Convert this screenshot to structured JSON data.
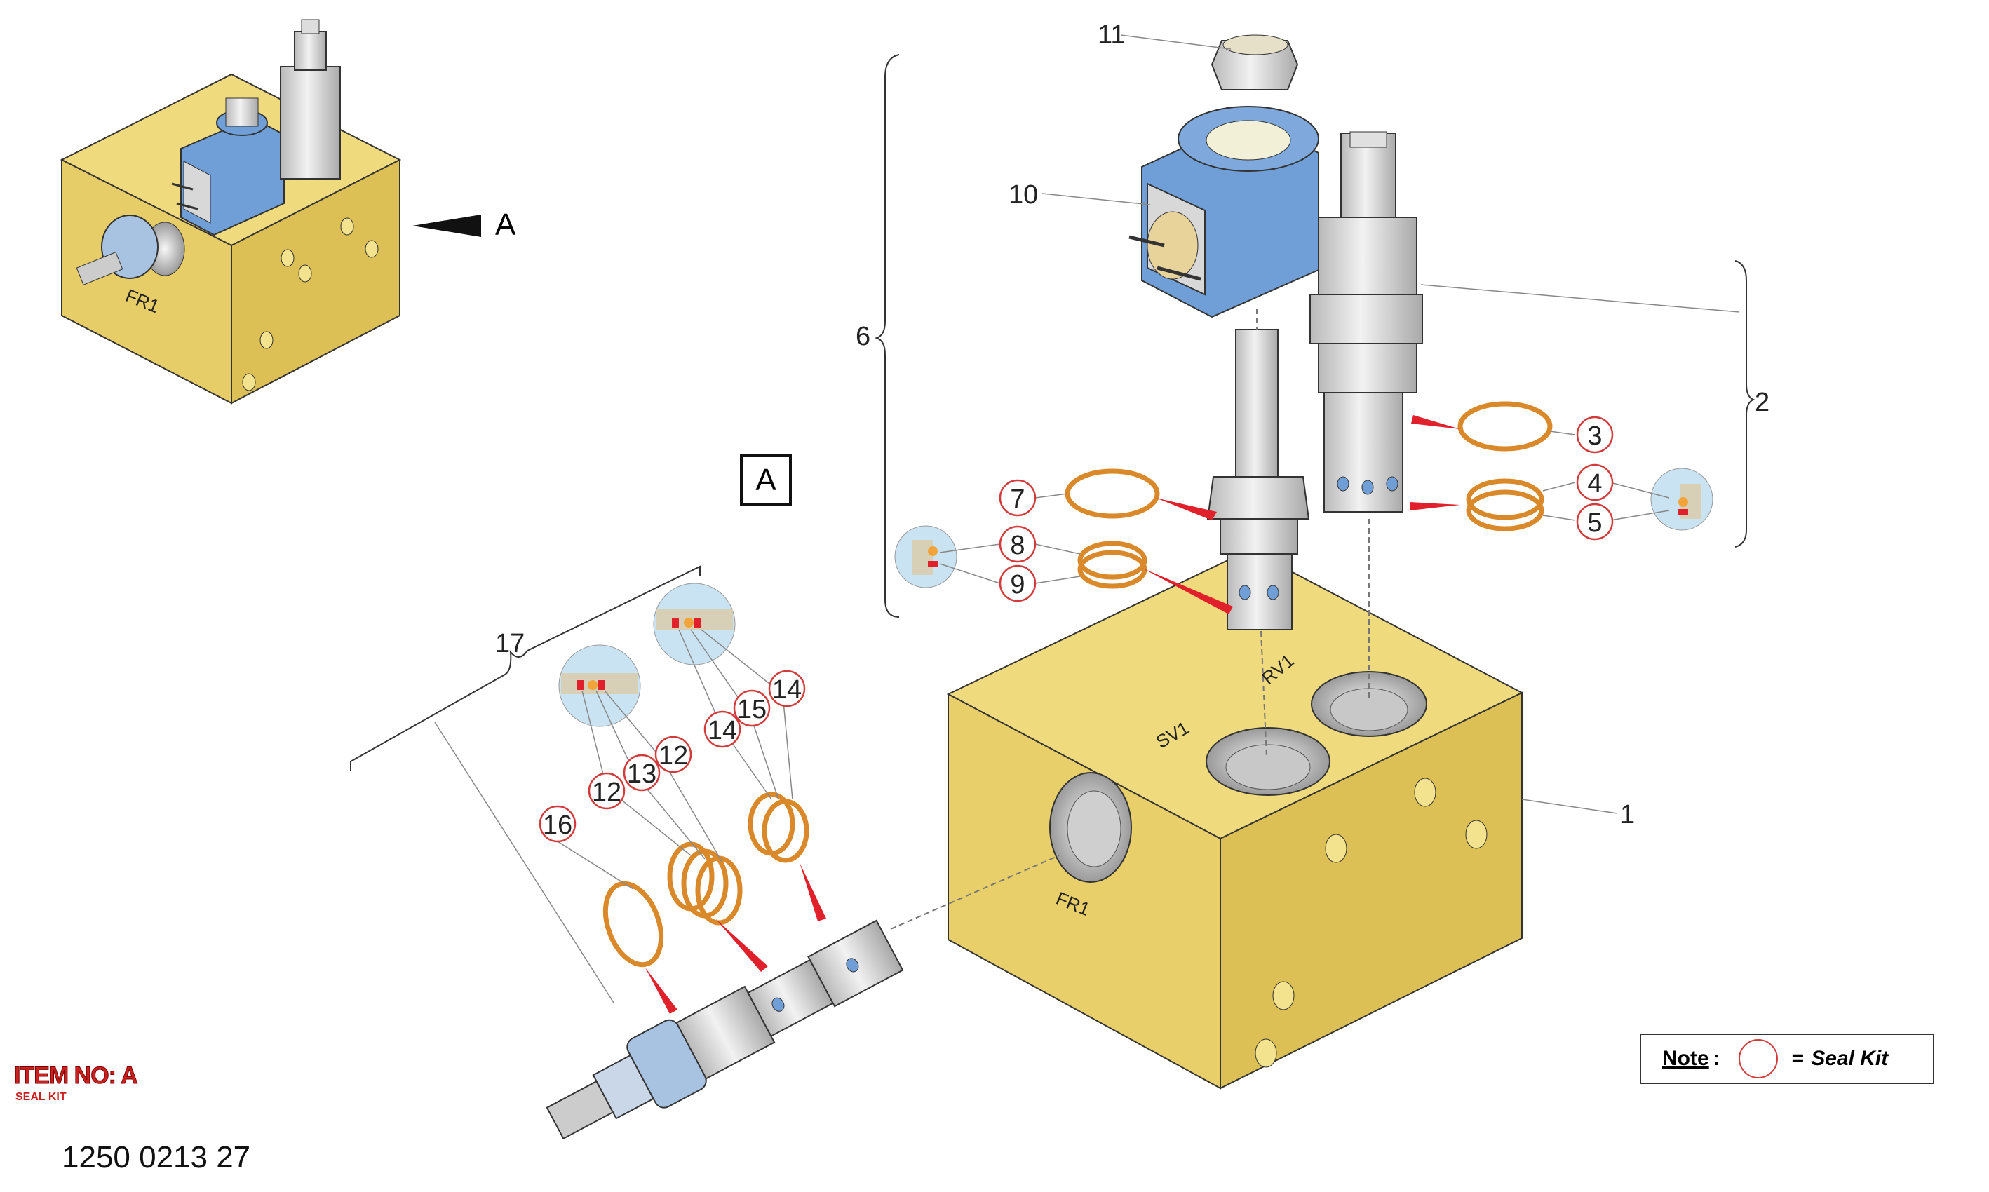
{
  "view_marker": "A",
  "view_arrow_label": "A",
  "ports": {
    "fr1_thumb": "FR1",
    "fr1": "FR1",
    "sv1": "SV1",
    "rv1": "RV1"
  },
  "callouts": {
    "c1": "1",
    "c2": "2",
    "c3": "3",
    "c4": "4",
    "c5": "5",
    "c6": "6",
    "c7": "7",
    "c8": "8",
    "c9": "9",
    "c10": "10",
    "c11": "11",
    "c12a": "12",
    "c12b": "12",
    "c13": "13",
    "c14a": "14",
    "c14b": "14",
    "c15": "15",
    "c16": "16",
    "c17": "17"
  },
  "item": {
    "title": "ITEM NO: A",
    "subtitle": "SEAL KIT",
    "part_number": "1250 0213 27"
  },
  "note": {
    "label": "Note",
    "colon": ":",
    "equals": "=",
    "text": "Seal Kit"
  },
  "colors": {
    "block": "#e8cf6a",
    "block_side": "#dcc055",
    "block_top": "#f0da7e",
    "coil": "#6f9fd6",
    "steel": "#d8d8d8",
    "seal": "#d9892a",
    "seal_kit_circle": "#d23b3b",
    "pointer": "#e0202a"
  }
}
